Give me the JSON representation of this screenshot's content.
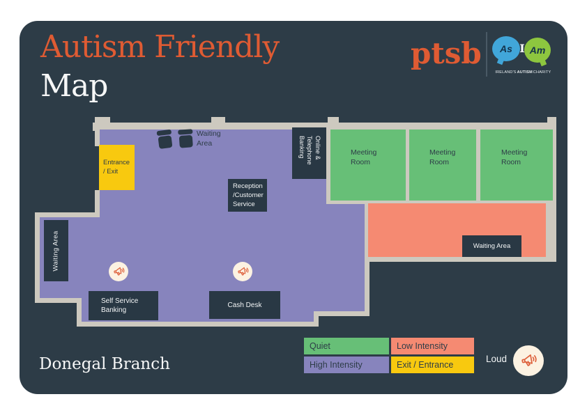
{
  "header": {
    "title_line1": "Autism Friendly",
    "title_line2": "Map",
    "brand": "ptsb",
    "charity": {
      "bubble_as": "As",
      "bubble_i": "I",
      "bubble_am": "Am",
      "tagline_pre": "IRELAND'S",
      "tagline_mid": "AUTISM",
      "tagline_post": "CHARITY"
    }
  },
  "map": {
    "entrance_exit": "Entrance / Exit",
    "waiting_area_top": "Waiting Area",
    "online_telephone_banking": "Online & Telephone Banking",
    "reception": "Reception /Customer Service",
    "meeting_rooms": [
      "Meeting Room",
      "Meeting Room",
      "Meeting Room"
    ],
    "waiting_area_left": "Waiting Area",
    "waiting_area_lounge": "Waiting Area",
    "self_service_banking": "Self Service Banking",
    "cash_desk": "Cash Desk"
  },
  "legend": {
    "items": [
      {
        "label": "Quiet",
        "color": "#67bf77"
      },
      {
        "label": "Low Intensity",
        "color": "#f58a72"
      },
      {
        "label": "High Intensity",
        "color": "#8784bd"
      },
      {
        "label": "Exit / Entrance",
        "color": "#f8c90f"
      }
    ],
    "loud_label": "Loud"
  },
  "footer": {
    "branch": "Donegal Branch"
  },
  "colors": {
    "background": "#2d3c47",
    "accent_orange": "#df5b33",
    "quiet_green": "#67bf77",
    "low_intensity_salmon": "#f58a72",
    "high_intensity_purple": "#8784bd",
    "exit_yellow": "#f8c90f",
    "wall_gray": "#cdc9bf",
    "dark_box": "#293844",
    "megaphone_cream": "#fcf2e2",
    "asiam_blue": "#41a6d9",
    "asiam_green": "#8dc63f"
  }
}
